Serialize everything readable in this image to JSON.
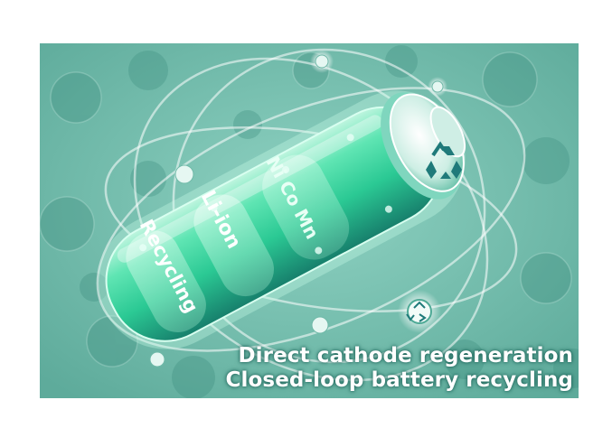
{
  "image": {
    "battery_labels": {
      "recycling": "Recycling",
      "li_ion": "Li-ion",
      "ni_co_mn": "Ni Co Mn"
    },
    "caption": {
      "line1": "Direct cathode regeneration",
      "line2": "Closed-loop battery recycling"
    },
    "icons": [
      "recycle-icon"
    ],
    "colors": {
      "background": "#7cc4b4",
      "battery_green": "#2fd39a",
      "battery_cap": "#d8f3ec",
      "recycle_symbol": "#1f7a7a",
      "caption_text": "#ffffff"
    }
  }
}
